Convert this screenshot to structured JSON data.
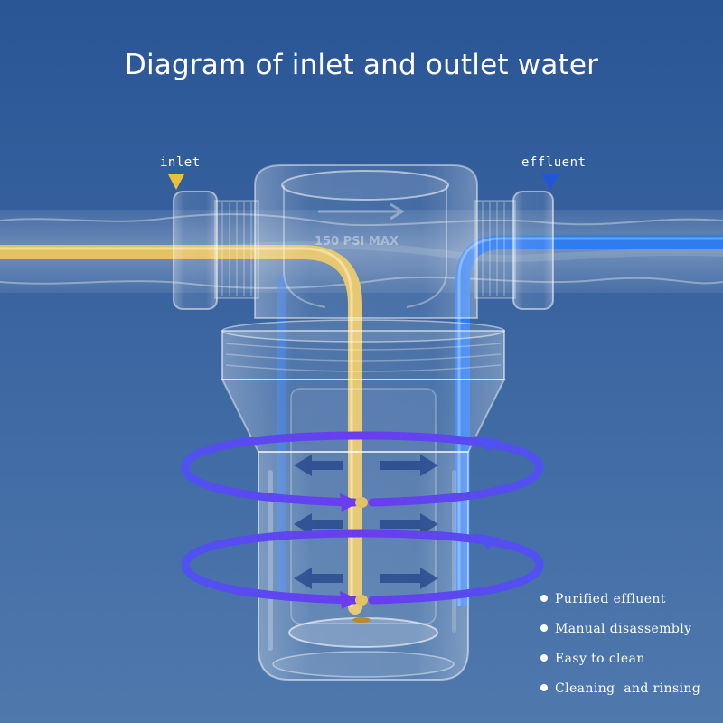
{
  "title": "Diagram of inlet and outlet water",
  "labels": {
    "inlet": "inlet",
    "effluent": "effluent",
    "housing_marking": "150 PSI MAX"
  },
  "features": [
    "Purified effluent",
    "Manual disassembly",
    "Easy to clean",
    "Cleaning  and rinsing"
  ],
  "colors": {
    "background_top": "#2a5596",
    "background_bottom": "#4f79ad",
    "inlet_pipe": "#e3c264",
    "effluent_pipe": "#2f7cf0",
    "flow_ring": "#6b3cf0",
    "inlet_marker": "#e8c23c",
    "effluent_marker": "#2256d8"
  },
  "icons": [
    "inlet-marker-icon",
    "effluent-marker-icon",
    "bullet-icon"
  ]
}
